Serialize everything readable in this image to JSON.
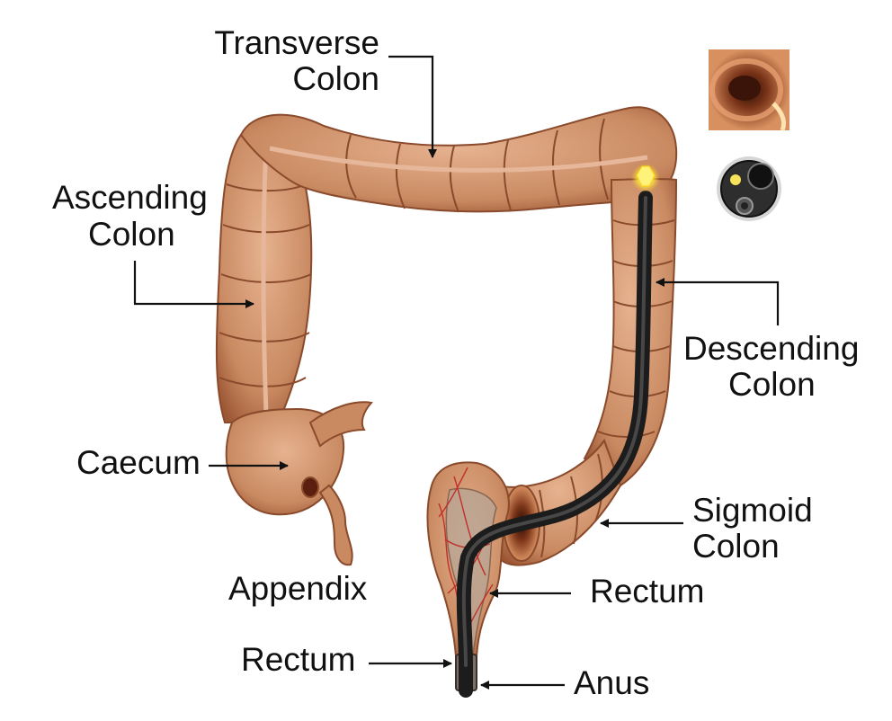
{
  "labels": {
    "transverse": [
      "Transverse",
      "Colon"
    ],
    "ascending": [
      "Ascending",
      "Colon"
    ],
    "descending": [
      "Descending",
      "Colon"
    ],
    "caecum": "Caecum",
    "appendix": "Appendix",
    "sigmoid": [
      "Sigmoid",
      "Colon"
    ],
    "rectum_upper": "Rectum",
    "rectum_lower": "Rectum",
    "anus": "Anus"
  },
  "colors": {
    "colon_fill": "#c98a62",
    "colon_dark": "#a8603c",
    "colon_light": "#e3b08c",
    "scope": "#2f2f2f",
    "light": "#fff27a",
    "vessel": "#c0302a"
  },
  "icons": {
    "endoscope_view": "endoscopic-view-thumbnail",
    "scope_tip": "endoscope-tip-face"
  }
}
